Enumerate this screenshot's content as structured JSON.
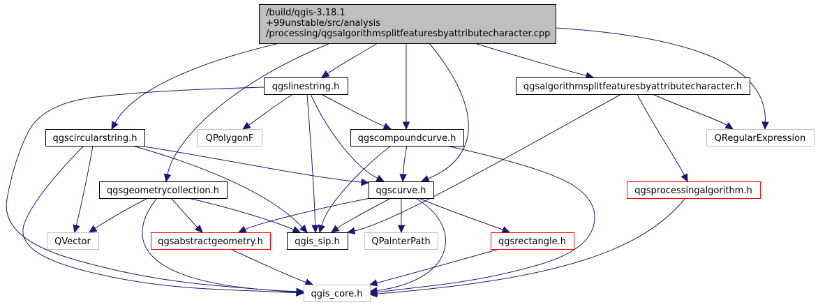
{
  "title": "Include dependency graph for qgsalgorithmsplitfeaturesbyattributecharacter.cpp",
  "colors": {
    "edge": "#191970",
    "root_fill": "#bfbfbf",
    "root_border": "#000000",
    "documented_border": "#000000",
    "undocumented_border": "#bfbfbf",
    "truncated_border": "#ff0000"
  },
  "nodes": [
    {
      "id": "root",
      "kind": "root",
      "lines": [
        "/build/qgis-3.18.1",
        "+99unstable/src/analysis",
        "/processing/qgsalgorithmsplitfeaturesbyattributecharacter.cpp"
      ]
    },
    {
      "id": "qgslinestring",
      "kind": "documented",
      "lines": [
        "qgslinestring.h"
      ]
    },
    {
      "id": "qgsalgorithmsplit_h",
      "kind": "documented",
      "lines": [
        "qgsalgorithmsplitfeaturesbyattributecharacter.h"
      ]
    },
    {
      "id": "qgscircularstring",
      "kind": "documented",
      "lines": [
        "qgscircularstring.h"
      ]
    },
    {
      "id": "qpolygonf",
      "kind": "undocumented",
      "lines": [
        "QPolygonF"
      ]
    },
    {
      "id": "qgscompoundcurve",
      "kind": "documented",
      "lines": [
        "qgscompoundcurve.h"
      ]
    },
    {
      "id": "qregularexpression",
      "kind": "undocumented",
      "lines": [
        "QRegularExpression"
      ]
    },
    {
      "id": "qgsgeometrycollection",
      "kind": "documented",
      "lines": [
        "qgsgeometrycollection.h"
      ]
    },
    {
      "id": "qgscurve",
      "kind": "documented",
      "lines": [
        "qgscurve.h"
      ]
    },
    {
      "id": "qgsprocessingalgorithm",
      "kind": "truncated",
      "lines": [
        "qgsprocessingalgorithm.h"
      ]
    },
    {
      "id": "qvector",
      "kind": "undocumented",
      "lines": [
        "QVector"
      ]
    },
    {
      "id": "qgsabstractgeometry",
      "kind": "truncated",
      "lines": [
        "qgsabstractgeometry.h"
      ]
    },
    {
      "id": "qgis_sip",
      "kind": "documented",
      "lines": [
        "qgis_sip.h"
      ]
    },
    {
      "id": "qpainterpath",
      "kind": "undocumented",
      "lines": [
        "QPainterPath"
      ]
    },
    {
      "id": "qgsrectangle",
      "kind": "truncated",
      "lines": [
        "qgsrectangle.h"
      ]
    },
    {
      "id": "qgis_core",
      "kind": "undocumented",
      "lines": [
        "qgis_core.h"
      ]
    }
  ],
  "edges": [
    {
      "from": "root",
      "to": "qgslinestring"
    },
    {
      "from": "root",
      "to": "qgscircularstring"
    },
    {
      "from": "root",
      "to": "qgsgeometrycollection"
    },
    {
      "from": "root",
      "to": "qgscompoundcurve"
    },
    {
      "from": "root",
      "to": "qgscurve"
    },
    {
      "from": "root",
      "to": "qgsalgorithmsplit_h"
    },
    {
      "from": "root",
      "to": "qregularexpression"
    },
    {
      "from": "qgslinestring",
      "to": "qpolygonf"
    },
    {
      "from": "qgslinestring",
      "to": "qgscompoundcurve"
    },
    {
      "from": "qgslinestring",
      "to": "qgscurve"
    },
    {
      "from": "qgslinestring",
      "to": "qgis_sip"
    },
    {
      "from": "qgslinestring",
      "to": "qgis_core"
    },
    {
      "from": "qgsalgorithmsplit_h",
      "to": "qregularexpression"
    },
    {
      "from": "qgsalgorithmsplit_h",
      "to": "qgsprocessingalgorithm"
    },
    {
      "from": "qgsalgorithmsplit_h",
      "to": "qgis_sip"
    },
    {
      "from": "qgscircularstring",
      "to": "qgscurve"
    },
    {
      "from": "qgscircularstring",
      "to": "qvector"
    },
    {
      "from": "qgscircularstring",
      "to": "qgis_sip"
    },
    {
      "from": "qgscircularstring",
      "to": "qgis_core"
    },
    {
      "from": "qgscompoundcurve",
      "to": "qgscurve"
    },
    {
      "from": "qgscompoundcurve",
      "to": "qgis_sip"
    },
    {
      "from": "qgscompoundcurve",
      "to": "qgis_core"
    },
    {
      "from": "qgsgeometrycollection",
      "to": "qvector"
    },
    {
      "from": "qgsgeometrycollection",
      "to": "qgsabstractgeometry"
    },
    {
      "from": "qgsgeometrycollection",
      "to": "qgis_sip"
    },
    {
      "from": "qgsgeometrycollection",
      "to": "qgis_core"
    },
    {
      "from": "qgscurve",
      "to": "qgsabstractgeometry"
    },
    {
      "from": "qgscurve",
      "to": "qgis_sip"
    },
    {
      "from": "qgscurve",
      "to": "qpainterpath"
    },
    {
      "from": "qgscurve",
      "to": "qgsrectangle"
    },
    {
      "from": "qgscurve",
      "to": "qgis_core"
    },
    {
      "from": "qgsprocessingalgorithm",
      "to": "qgis_core"
    },
    {
      "from": "qgsabstractgeometry",
      "to": "qgis_core"
    },
    {
      "from": "qgsrectangle",
      "to": "qgis_core"
    }
  ]
}
